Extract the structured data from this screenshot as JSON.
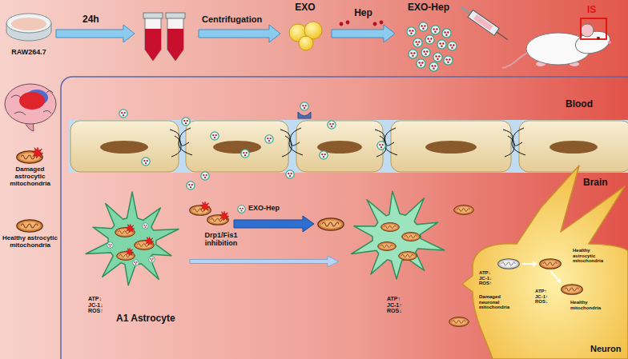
{
  "diagram": {
    "nodes": [
      {
        "text": [
          "RAW264.7"
        ]
      },
      {
        "text": [
          "EXO"
        ]
      },
      {
        "text": [
          "EXO-Hep"
        ]
      },
      {
        "text": [
          "IS"
        ]
      },
      {
        "text": [
          "ATP↓ JC-1↓ ROS↑",
          "A1 Astrocyte"
        ]
      },
      {
        "text": [
          "ATP↑ JC-1↑ ROS↓"
        ]
      },
      {
        "text": [
          "ATP↓ JC-1↓ ROS↑",
          "Damaged neuronal mitochondria",
          "Healthy astrocytic mitochondria",
          "ATP↑ JC-1↑ ROS↓",
          "Healthy mitochondria",
          "Neuron"
        ]
      }
    ],
    "edges": [
      {
        "from": 1,
        "to": 2,
        "label": "Hep",
        "arrow": "to"
      },
      {
        "from": 4,
        "to": 5,
        "arrow": "to"
      }
    ],
    "labels": [
      "24h",
      "Centrifugation",
      "Blood",
      "Brain",
      "EXO-Hep",
      "Drp1/Fis1 inhibition"
    ],
    "legend": [
      {
        "text": "Damaged astrocytic mitochondria"
      },
      {
        "text": "Healthy astrocytic mitochondria"
      }
    ]
  }
}
